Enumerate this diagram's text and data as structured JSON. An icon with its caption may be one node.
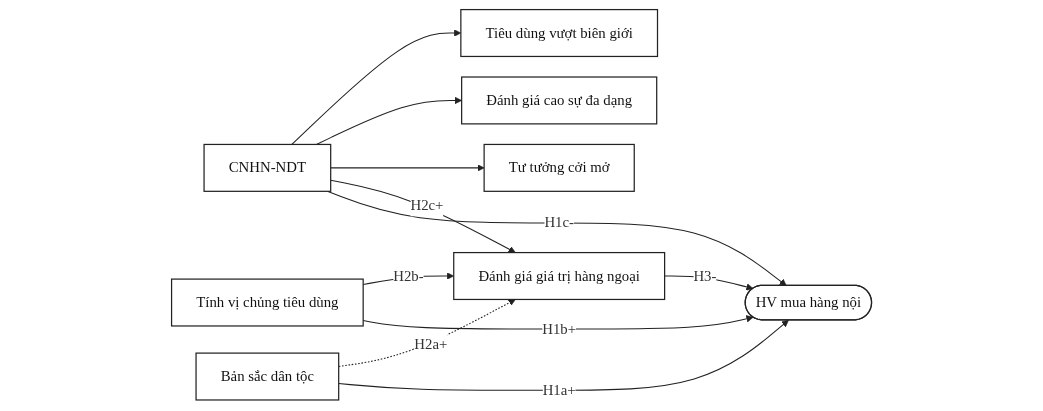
{
  "diagram": {
    "nodes": [
      {
        "text": [
          "Bản sắc dân tộc"
        ]
      },
      {
        "text": [
          "Tính vị chủng tiêu dùng"
        ]
      },
      {
        "text": [
          "Tư tưởng cởi mở"
        ]
      },
      {
        "text": [
          "CNHN-NDT"
        ]
      },
      {
        "text": [
          "Đánh giá cao sự đa dạng"
        ]
      },
      {
        "text": [
          "Tiêu dùng vượt biên giới"
        ]
      },
      {
        "text": [
          "HV mua hàng nội"
        ]
      },
      {
        "text": [
          "Đánh giá giá trị hàng ngoại"
        ]
      }
    ],
    "edges": [
      {
        "from": 0,
        "to": 6,
        "arrow": "to",
        "label": "H1a+"
      },
      {
        "from": 0,
        "to": 7,
        "arrow": "to",
        "label": "H2a+",
        "style": "dashed"
      },
      {
        "from": 1,
        "to": 6,
        "arrow": "to",
        "label": "H1b+"
      },
      {
        "from": 1,
        "to": 7,
        "arrow": "to",
        "label": "H2b-"
      },
      {
        "from": 3,
        "to": 6,
        "arrow": "to",
        "label": "H1c-"
      },
      {
        "from": 3,
        "to": 7,
        "arrow": "to",
        "label": "H2c+"
      },
      {
        "from": 7,
        "to": 6,
        "arrow": "to",
        "label": "H3-"
      },
      {
        "from": 3,
        "to": 2,
        "arrow": "to"
      },
      {
        "from": 3,
        "to": 4,
        "arrow": "to"
      },
      {
        "from": 3,
        "to": 5,
        "arrow": "to"
      }
    ]
  }
}
